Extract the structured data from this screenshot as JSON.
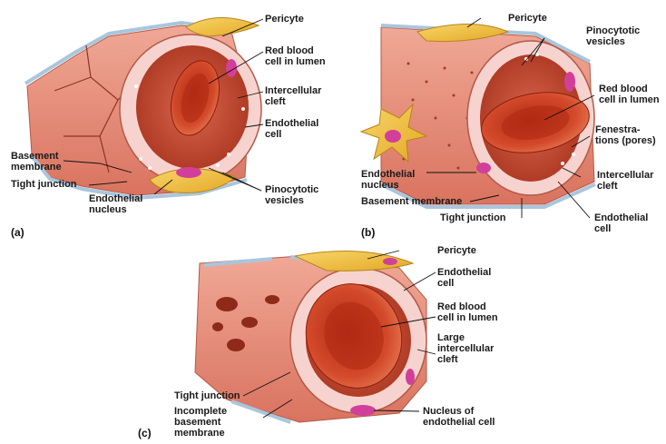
{
  "panels": [
    {
      "letter": "(a)",
      "labels": {
        "pericyte": "Pericyte",
        "rbc": "Red blood\ncell in lumen",
        "intercellular_cleft": "Intercellular\ncleft",
        "endothelial_cell": "Endothelial\ncell",
        "basement_membrane": "Basement\nmembrane",
        "tight_junction": "Tight junction",
        "endothelial_nucleus": "Endothelial\nnucleus",
        "pinocytotic_vesicles": "Pinocytotic\nvesicles"
      }
    },
    {
      "letter": "(b)",
      "labels": {
        "pericyte": "Pericyte",
        "pinocytotic_vesicles": "Pinocytotic\nvesicles",
        "rbc": "Red blood\ncell in lumen",
        "fenestrations": "Fenestra-\ntions (pores)",
        "endothelial_nucleus": "Endothelial\nnucleus",
        "intercellular_cleft": "Intercellular\ncleft",
        "basement_membrane": "Basement membrane",
        "tight_junction": "Tight junction",
        "endothelial_cell": "Endothelial\ncell"
      }
    },
    {
      "letter": "(c)",
      "labels": {
        "pericyte": "Pericyte",
        "endothelial_cell": "Endothelial\ncell",
        "rbc": "Red blood\ncell in lumen",
        "large_cleft": "Large\nintercellular\ncleft",
        "tight_junction": "Tight junction",
        "incomplete_bm": "Incomplete\nbasement\nmembrane",
        "nucleus": "Nucleus of\nendothelial cell"
      }
    }
  ],
  "colors": {
    "vessel_wall": "#e8907e",
    "lumen": "#c94a35",
    "rbc": "#c53a1f",
    "rbc_highlight": "#e0704d",
    "pericyte": "#f3c13a",
    "nucleus": "#d23f9a",
    "basement_membrane": "#a9c6dc",
    "cut_face": "#f7d3cf"
  },
  "icons": [
    "capillary-illustration"
  ]
}
